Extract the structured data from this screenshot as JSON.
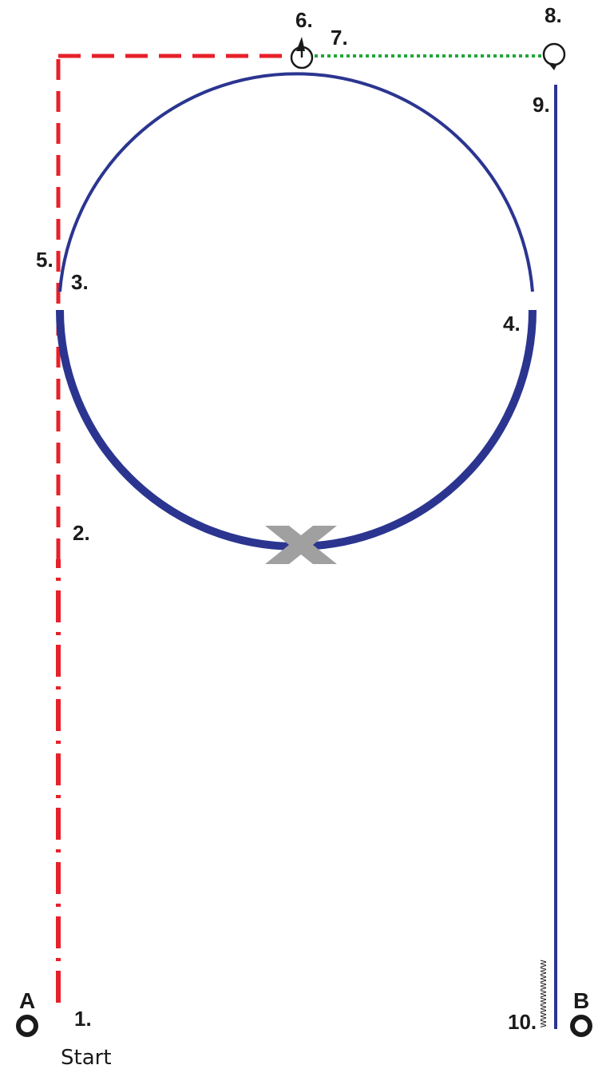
{
  "diagram": {
    "markers": [
      "A",
      "B"
    ],
    "start_label": "Start",
    "step_labels": [
      "1.",
      "2.",
      "3.",
      "4.",
      "5.",
      "6.",
      "7.",
      "8.",
      "9.",
      "10."
    ],
    "wave_text": "wwwwwwwww",
    "colors": {
      "red_path": "#e8202a",
      "green_path": "#1fa83a",
      "blue_path": "#2b3590",
      "x_mark": "#a0a0a0",
      "text": "#1a1a1a"
    }
  }
}
